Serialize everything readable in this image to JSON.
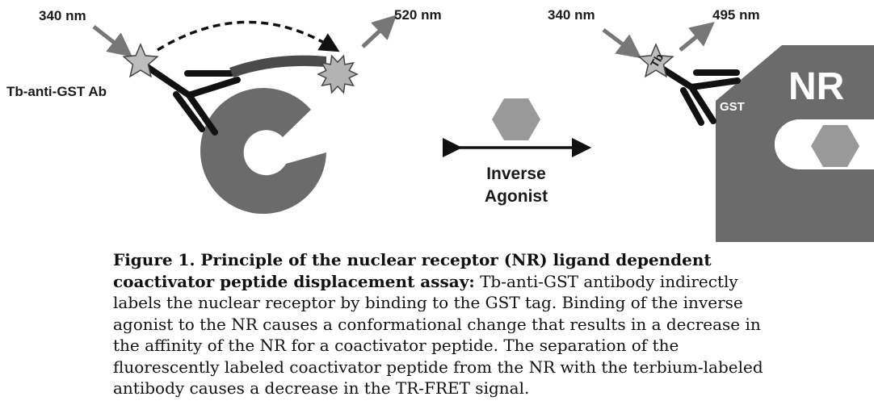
{
  "diagram": {
    "left_panel": {
      "excitation_label": "340 nm",
      "emission_label": "520 nm",
      "antibody_label": "Tb-anti-GST Ab"
    },
    "middle": {
      "arrow_label_line1": "Inverse",
      "arrow_label_line2": "Agonist"
    },
    "right_panel": {
      "excitation_label": "340 nm",
      "emission_label": "495 nm",
      "terbium_label": "Tb",
      "gst_label": "GST",
      "receptor_label": "NR"
    },
    "colors": {
      "receptor": "#6b6b6b",
      "peptide": "#4a4a4a",
      "ligand": "#999999",
      "star": "#bdbdbd",
      "arrow": "#777777"
    }
  },
  "caption": {
    "title": "Figure 1.  Principle of the nuclear receptor (NR) ligand dependent  coactivator peptide displacement assay:",
    "body": "Tb-anti-GST antibody indirectly labels the nuclear receptor by binding to the GST tag. Binding of the inverse agonist to the NR causes a conformational change that results in a decrease  in the affinity of the NR for a  coactivator peptide. The separation of the fluorescently labeled coactivator peptide from the NR with the terbium-labeled antibody causes a decrease in the TR-FRET signal."
  }
}
